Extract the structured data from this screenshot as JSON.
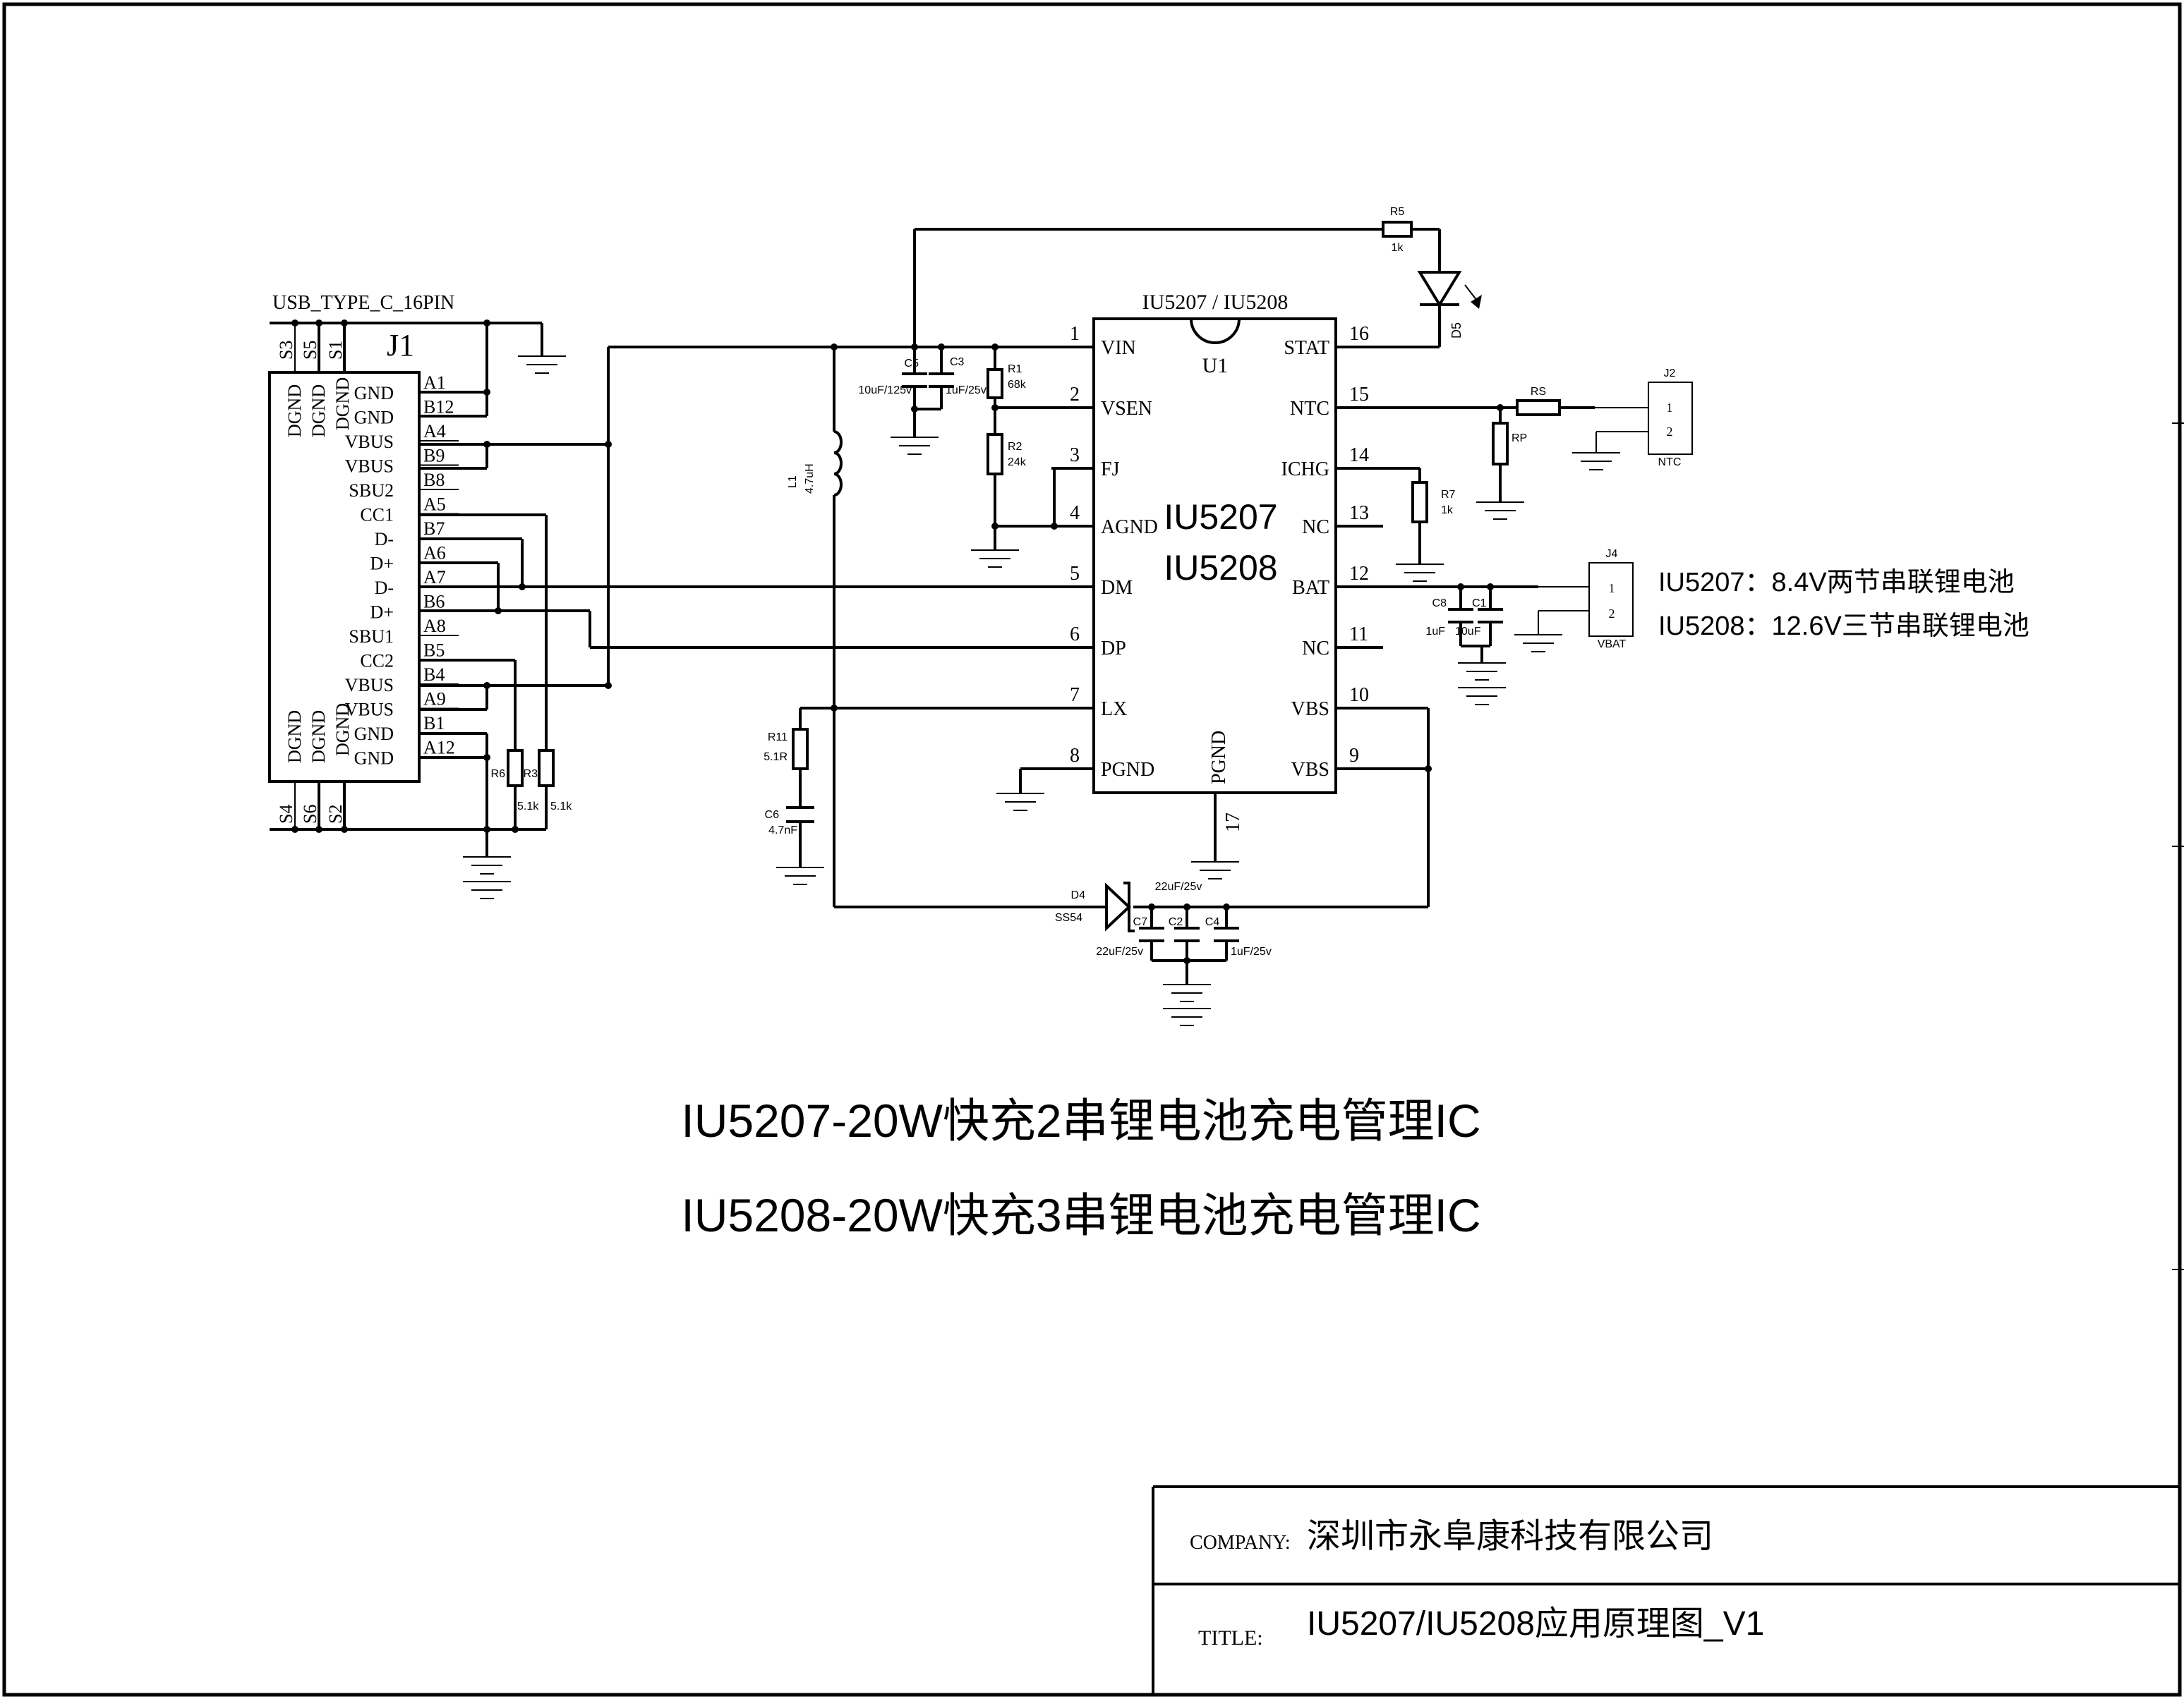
{
  "chip": {
    "part_title": "IU5207 / IU5208",
    "designator": "U1",
    "name_line1": "IU5207",
    "name_line2": "IU5208",
    "pins_left": [
      {
        "num": "1",
        "name": "VIN"
      },
      {
        "num": "2",
        "name": "VSEN"
      },
      {
        "num": "3",
        "name": "FJ"
      },
      {
        "num": "4",
        "name": "AGND"
      },
      {
        "num": "5",
        "name": "DM"
      },
      {
        "num": "6",
        "name": "DP"
      },
      {
        "num": "7",
        "name": "LX"
      },
      {
        "num": "8",
        "name": "PGND"
      }
    ],
    "pins_right": [
      {
        "num": "16",
        "name": "STAT"
      },
      {
        "num": "15",
        "name": "NTC"
      },
      {
        "num": "14",
        "name": "ICHG"
      },
      {
        "num": "13",
        "name": "NC"
      },
      {
        "num": "12",
        "name": "BAT"
      },
      {
        "num": "11",
        "name": "NC"
      },
      {
        "num": "10",
        "name": "VBS"
      },
      {
        "num": "9",
        "name": "VBS"
      }
    ],
    "pin_bottom": {
      "num": "17",
      "name": "PGND"
    }
  },
  "usb": {
    "part": "USB_TYPE_C_16PIN",
    "designator": "J1",
    "top_shield": [
      "S3",
      "S5",
      "S1"
    ],
    "bottom_shield": [
      "S4",
      "S6",
      "S2"
    ],
    "dgnd": "DGND",
    "pins": [
      {
        "num": "A1",
        "name": "GND"
      },
      {
        "num": "B12",
        "name": "GND"
      },
      {
        "num": "A4",
        "name": "VBUS"
      },
      {
        "num": "B9",
        "name": "VBUS"
      },
      {
        "num": "B8",
        "name": "SBU2"
      },
      {
        "num": "A5",
        "name": "CC1"
      },
      {
        "num": "B7",
        "name": "D-"
      },
      {
        "num": "A6",
        "name": "D+"
      },
      {
        "num": "A7",
        "name": "D-"
      },
      {
        "num": "B6",
        "name": "D+"
      },
      {
        "num": "A8",
        "name": "SBU1"
      },
      {
        "num": "B5",
        "name": "CC2"
      },
      {
        "num": "B4",
        "name": "VBUS"
      },
      {
        "num": "A9",
        "name": "VBUS"
      },
      {
        "num": "B1",
        "name": "GND"
      },
      {
        "num": "A12",
        "name": "GND"
      }
    ]
  },
  "parts": {
    "r5": {
      "ref": "R5",
      "val": "1k"
    },
    "d5": {
      "ref": "D5"
    },
    "c5": {
      "ref": "C5",
      "val": "10uF/125v"
    },
    "c3": {
      "ref": "C3",
      "val": "1uF/25v"
    },
    "r1": {
      "ref": "R1",
      "val": "68k"
    },
    "r2": {
      "ref": "R2",
      "val": "24k"
    },
    "l1": {
      "ref": "L1",
      "val": "4.7uH"
    },
    "rs": {
      "ref": "RS"
    },
    "rp": {
      "ref": "RP"
    },
    "r7": {
      "ref": "R7",
      "val": "1k"
    },
    "c8": {
      "ref": "C8",
      "val": "1uF"
    },
    "c1": {
      "ref": "C1",
      "val": "10uF"
    },
    "r11": {
      "ref": "R11",
      "val": "5.1R"
    },
    "c6": {
      "ref": "C6",
      "val": "4.7nF"
    },
    "r6": {
      "ref": "R6",
      "val": "5.1k"
    },
    "r3": {
      "ref": "R3",
      "val": "5.1k"
    },
    "d4": {
      "ref": "D4",
      "val": "SS54"
    },
    "c7": {
      "ref": "C7",
      "val": "22uF/25v"
    },
    "c2": {
      "ref": "C2",
      "val": "22uF/25v"
    },
    "c4": {
      "ref": "C4",
      "val": "1uF/25v"
    },
    "j2": {
      "ref": "J2",
      "label": "NTC",
      "pin1": "1",
      "pin2": "2"
    },
    "j4": {
      "ref": "J4",
      "label": "VBAT",
      "pin1": "1",
      "pin2": "2"
    }
  },
  "notes": {
    "line1": "IU5207：8.4V两节串联锂电池",
    "line2": "IU5208：12.6V三节串联锂电池"
  },
  "headline": {
    "line1": "IU5207-20W快充2串锂电池充电管理IC",
    "line2": "IU5208-20W快充3串锂电池充电管理IC"
  },
  "titleblock": {
    "company_label": "COMPANY:",
    "company": "深圳市永阜康科技有限公司",
    "title_label": "TITLE:",
    "title": "IU5207/IU5208应用原理图_V1"
  }
}
